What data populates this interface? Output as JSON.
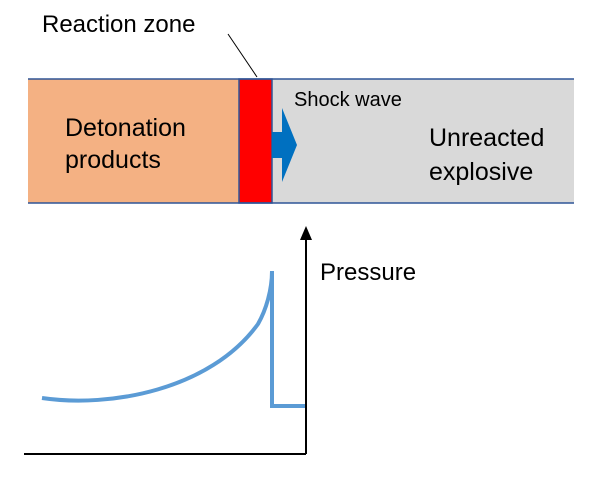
{
  "labels": {
    "reaction_zone": "Reaction zone",
    "shock_wave": "Shock wave",
    "detonation_products_line1": "Detonation",
    "detonation_products_line2": "products",
    "unreacted_line1": "Unreacted",
    "unreacted_line2": "explosive",
    "pressure_axis": "Pressure"
  },
  "colors": {
    "detonation_products": "#f4b183",
    "reaction_zone": "#ff0000",
    "unreacted_explosive": "#d9d9d9",
    "border": "#2f5597",
    "shock_arrow": "#0070c0",
    "pressure_curve": "#5b9bd5",
    "axis": "#000000"
  }
}
